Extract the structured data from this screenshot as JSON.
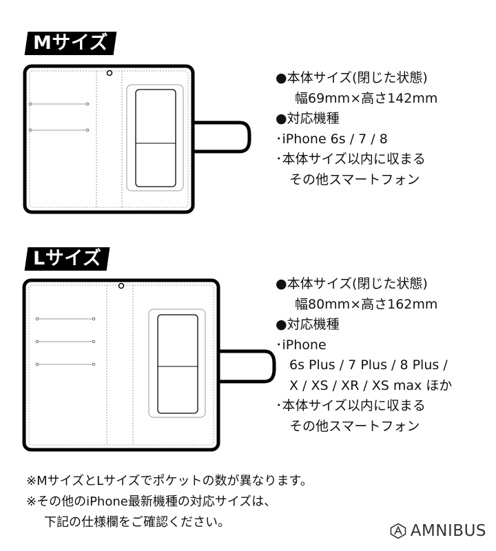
{
  "m_size": {
    "label": "Mサイズ",
    "specs": [
      {
        "text": "●本体サイズ(閉じた状態)",
        "indent": 0
      },
      {
        "text": "幅69mm×高さ142mm",
        "indent": 1
      },
      {
        "text": "●対応機種",
        "indent": 0
      },
      {
        "text": "･iPhone 6s / 7 / 8",
        "indent": 0
      },
      {
        "text": "･本体サイズ以内に収まる",
        "indent": 0
      },
      {
        "text": "その他スマートフォン",
        "indent": 2
      }
    ]
  },
  "l_size": {
    "label": "Lサイズ",
    "specs": [
      {
        "text": "●本体サイズ(閉じた状態)",
        "indent": 0
      },
      {
        "text": "幅80mm×高さ162mm",
        "indent": 1
      },
      {
        "text": "●対応機種",
        "indent": 0
      },
      {
        "text": "･iPhone",
        "indent": 0
      },
      {
        "text": "6s Plus / 7 Plus / 8 Plus /",
        "indent": 2
      },
      {
        "text": "X / XS / XR / XS max ほか",
        "indent": 2
      },
      {
        "text": "･本体サイズ以内に収まる",
        "indent": 0
      },
      {
        "text": "その他スマートフォン",
        "indent": 2
      }
    ]
  },
  "notes": [
    {
      "text": "※MサイズとLサイズでポケットの数が異なります。",
      "indent": 0
    },
    {
      "text": "※その他のiPhone最新機種の対応サイズは、",
      "indent": 0
    },
    {
      "text": "下記の仕様欄をご確認ください。",
      "indent": 1
    }
  ],
  "brand": {
    "name": "AMNIBUS",
    "icon": "amnibus-logo-icon"
  }
}
